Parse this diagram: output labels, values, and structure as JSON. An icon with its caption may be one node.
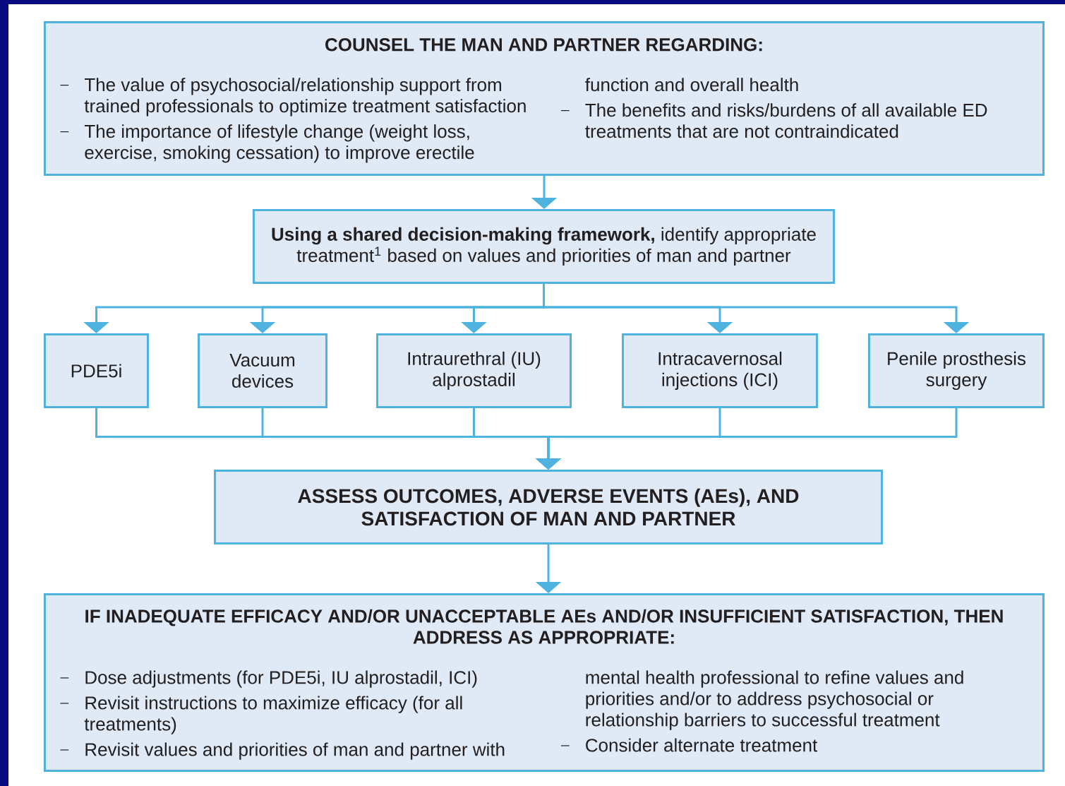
{
  "diagram": {
    "nodes": [
      {
        "text": [
          "COUNSEL THE MAN AND PARTNER REGARDING:",
          "The value of psychosocial/relationship support from trained professionals to optimize treatment satisfaction",
          "The importance of lifestyle change (weight loss, exercise, smoking cessation) to improve erectile function and overall health",
          "The benefits and risks/burdens of all available ED treatments that are not contraindicated"
        ]
      },
      {
        "text": [
          "**Using a shared decision-making framework,** identify appropriate treatment$^{1}$ based on values and priorities of man and partner"
        ]
      },
      {
        "text": [
          "PDE5i"
        ]
      },
      {
        "text": [
          "Vacuum devices"
        ]
      },
      {
        "text": [
          "Intraurethral (IU) alprostadil"
        ]
      },
      {
        "text": [
          "Intracavernosal injections (ICI)"
        ]
      },
      {
        "text": [
          "Penile prosthesis surgery"
        ]
      },
      {
        "text": [
          "ASSESS OUTCOMES, ADVERSE EVENTS (AEs), AND SATISFACTION OF MAN AND PARTNER"
        ]
      },
      {
        "text": [
          "IF INADEQUATE EFFICACY AND/OR UNACCEPTABLE AEs AND/OR INSUFFICIENT SATISFACTION, THEN ADDRESS AS APPROPRIATE:",
          "Dose adjustments (for PDE5i, IU alprostadil, ICI)",
          "Revisit instructions to maximize efficacy (for all treatments)",
          "Revisit values and priorities of man and partner with mental health professional to refine values and priorities and/or to address psychosocial or relationship barriers to successful treatment",
          "Consider alternate treatment"
        ]
      }
    ],
    "edges": [
      {
        "from": 0,
        "to": 1,
        "arrow": "to"
      },
      {
        "from": 1,
        "to": 2,
        "arrow": "to"
      },
      {
        "from": 1,
        "to": 3,
        "arrow": "to"
      },
      {
        "from": 1,
        "to": 4,
        "arrow": "to"
      },
      {
        "from": 1,
        "to": 5,
        "arrow": "to"
      },
      {
        "from": 1,
        "to": 6,
        "arrow": "to"
      },
      {
        "from": 2,
        "to": 7,
        "arrow": "to"
      },
      {
        "from": 3,
        "to": 7,
        "arrow": "to"
      },
      {
        "from": 4,
        "to": 7,
        "arrow": "to"
      },
      {
        "from": 5,
        "to": 7,
        "arrow": "to"
      },
      {
        "from": 6,
        "to": 7,
        "arrow": "to"
      },
      {
        "from": 7,
        "to": 8,
        "arrow": "to"
      }
    ]
  }
}
